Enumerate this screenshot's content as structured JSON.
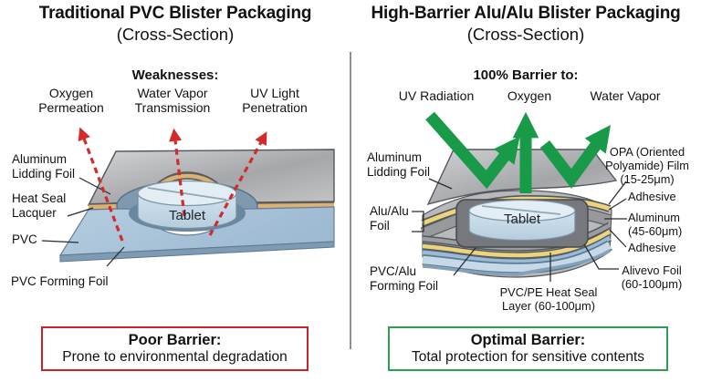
{
  "left_panel": {
    "title": "Traditional PVC Blister Packaging",
    "subtitle": "(Cross-Section)",
    "section_heading": "Weaknesses:",
    "threats": [
      "Oxygen\nPermeation",
      "Water Vapor\nTransmission",
      "UV Light\nPenetration"
    ],
    "layer_labels": {
      "aluminum_lidding_foil": "Aluminum\nLidding Foil",
      "heat_seal_lacquer": "Heat Seal\nLacquer",
      "pvc": "PVC",
      "pvc_forming_foil": "PVC Forming Foil"
    },
    "tablet_label": "Tablet",
    "verdict": {
      "title": "Poor Barrier:",
      "description": "Prone to environmental degradation"
    }
  },
  "right_panel": {
    "title": "High-Barrier Alu/Alu Blister Packaging",
    "subtitle": "(Cross-Section)",
    "section_heading": "100% Barrier to:",
    "barriers": [
      "UV Radiation",
      "Oxygen",
      "Water Vapor"
    ],
    "layer_labels_left": {
      "aluminum_lidding_foil": "Aluminum\nLidding Foil",
      "alu_alu_foil": "Alu/Alu\nFoil",
      "pvc_alu_forming_foil": "PVC/Alu\nForming Foil"
    },
    "layer_labels_right": {
      "opa_film": "OPA (Oriented\nPolyamide) Film\n(15-25μm)",
      "adhesive_top": "Adhesive",
      "aluminum": "Aluminum\n(45-60μm)",
      "adhesive_bottom": "Adhesive",
      "alivevo_foil": "Alivevo Foil\n(60-100μm)"
    },
    "heat_seal_label": "PVC/PE Heat Seal\nLayer (60-100μm)",
    "tablet_label": "Tablet",
    "verdict": {
      "title": "Optimal Barrier:",
      "description": "Total protection for sensitive contents"
    }
  },
  "colors": {
    "warning_red": "#d22b2c",
    "barrier_green": "#189a48",
    "poor_box_border": "#c9232a",
    "optimal_box_border": "#2e9e50"
  }
}
